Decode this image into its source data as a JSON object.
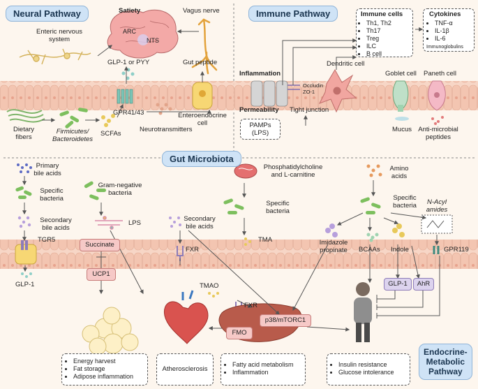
{
  "sections": {
    "neural": "Neural Pathway",
    "immune": "Immune Pathway",
    "microbiota": "Gut Microbiota",
    "endocrine_line1": "Endocrine-",
    "endocrine_line2": "Metabolic",
    "endocrine_line3": "Pathway"
  },
  "neural": {
    "satiety": "Satiety",
    "vagus": "Vagus nerve",
    "arc": "ARC",
    "nts": "NTS",
    "enteric_line1": "Enteric nervous",
    "enteric_line2": "system",
    "glp1_pyy": "GLP-1 or PYY",
    "gut_peptide": "Gut peptide",
    "gpr": "GPR41/43",
    "entero_line1": "Enteroendocrine",
    "entero_line2": "cell",
    "neurotransmitters": "Neurotransmitters",
    "dietary_line1": "Dietary",
    "dietary_line2": "fibers",
    "firmicutes_line1": "Firmicutes/",
    "firmicutes_line2": "Bacteroidetes",
    "scfas": "SCFAs"
  },
  "immune": {
    "inflammation": "Inflammation",
    "permeability": "Permeability",
    "occludin": "Occludin",
    "zo1": "ZO-1",
    "tight_junction": "Tight junction",
    "pamps_line1": "PAMPs",
    "pamps_line2": "(LPS)",
    "dendritic": "Dendritic cell",
    "goblet": "Goblet cell",
    "paneth": "Paneth cell",
    "mucus": "Mucus",
    "amp_line1": "Anti-microbial",
    "amp_line2": "peptides",
    "cells_title": "Immune cells",
    "cells": [
      "Th1, Th2",
      "Th17",
      "Treg",
      "ILC",
      "B cell"
    ],
    "cytokines_title": "Cytokines",
    "cytokines": [
      "TNF-α",
      "IL-1β",
      "IL-6"
    ],
    "immunoglobulins": "Immunoglobulins"
  },
  "metabolic": {
    "primary_line1": "Primary",
    "primary_line2": "bile acids",
    "specific1_line1": "Specific",
    "specific1_line2": "bacteria",
    "secondary1_line1": "Secondary",
    "secondary1_line2": "bile acids",
    "tgr5": "TGR5",
    "glp1_left": "GLP-1",
    "gramneg_line1": "Gram-negative",
    "gramneg_line2": "bacteria",
    "lps": "LPS",
    "succinate": "Succinate",
    "ucp1": "UCP1",
    "secondary2_line1": "Secondary",
    "secondary2_line2": "bile acids",
    "fxr1": "FXR",
    "fxr2": "FXR",
    "pc_line1": "Phosphatidylcholine",
    "pc_line2": "and L-carnitine",
    "specific2_line1": "Specific",
    "specific2_line2": "bacteria",
    "tma": "TMA",
    "tmao": "TMAO",
    "fmo": "FMO",
    "p38": "p38/mTORC1",
    "amino_line1": "Amino",
    "amino_line2": "acids",
    "specific3_line1": "Specific",
    "specific3_line2": "bacteria",
    "nacyl_line1": "N-Acyl",
    "nacyl_line2": "amides",
    "imid_line1": "Imidazole",
    "imid_line2": "propinate",
    "bcaas": "BCAAs",
    "indole": "Indole",
    "gpr119": "GPR119",
    "glp1_right": "GLP-1",
    "ahr": "AhR"
  },
  "outcomes": {
    "adipose": [
      "Energy harvest",
      "Fat storage",
      "Adipose inflammation"
    ],
    "athero": "Atherosclerosis",
    "liver": [
      "Fatty acid metabolism",
      "Inflammation"
    ],
    "insulin": [
      "Insulin resistance",
      "Glucose intolerance"
    ]
  },
  "colors": {
    "background": "#fdf6ee",
    "section_pill": "#cfe3f6",
    "epithelium": "#f4c7b4",
    "bacteria": "#6aa84f",
    "pink_box": "#f6c9c7",
    "lilac_box": "#dcd3ee"
  }
}
